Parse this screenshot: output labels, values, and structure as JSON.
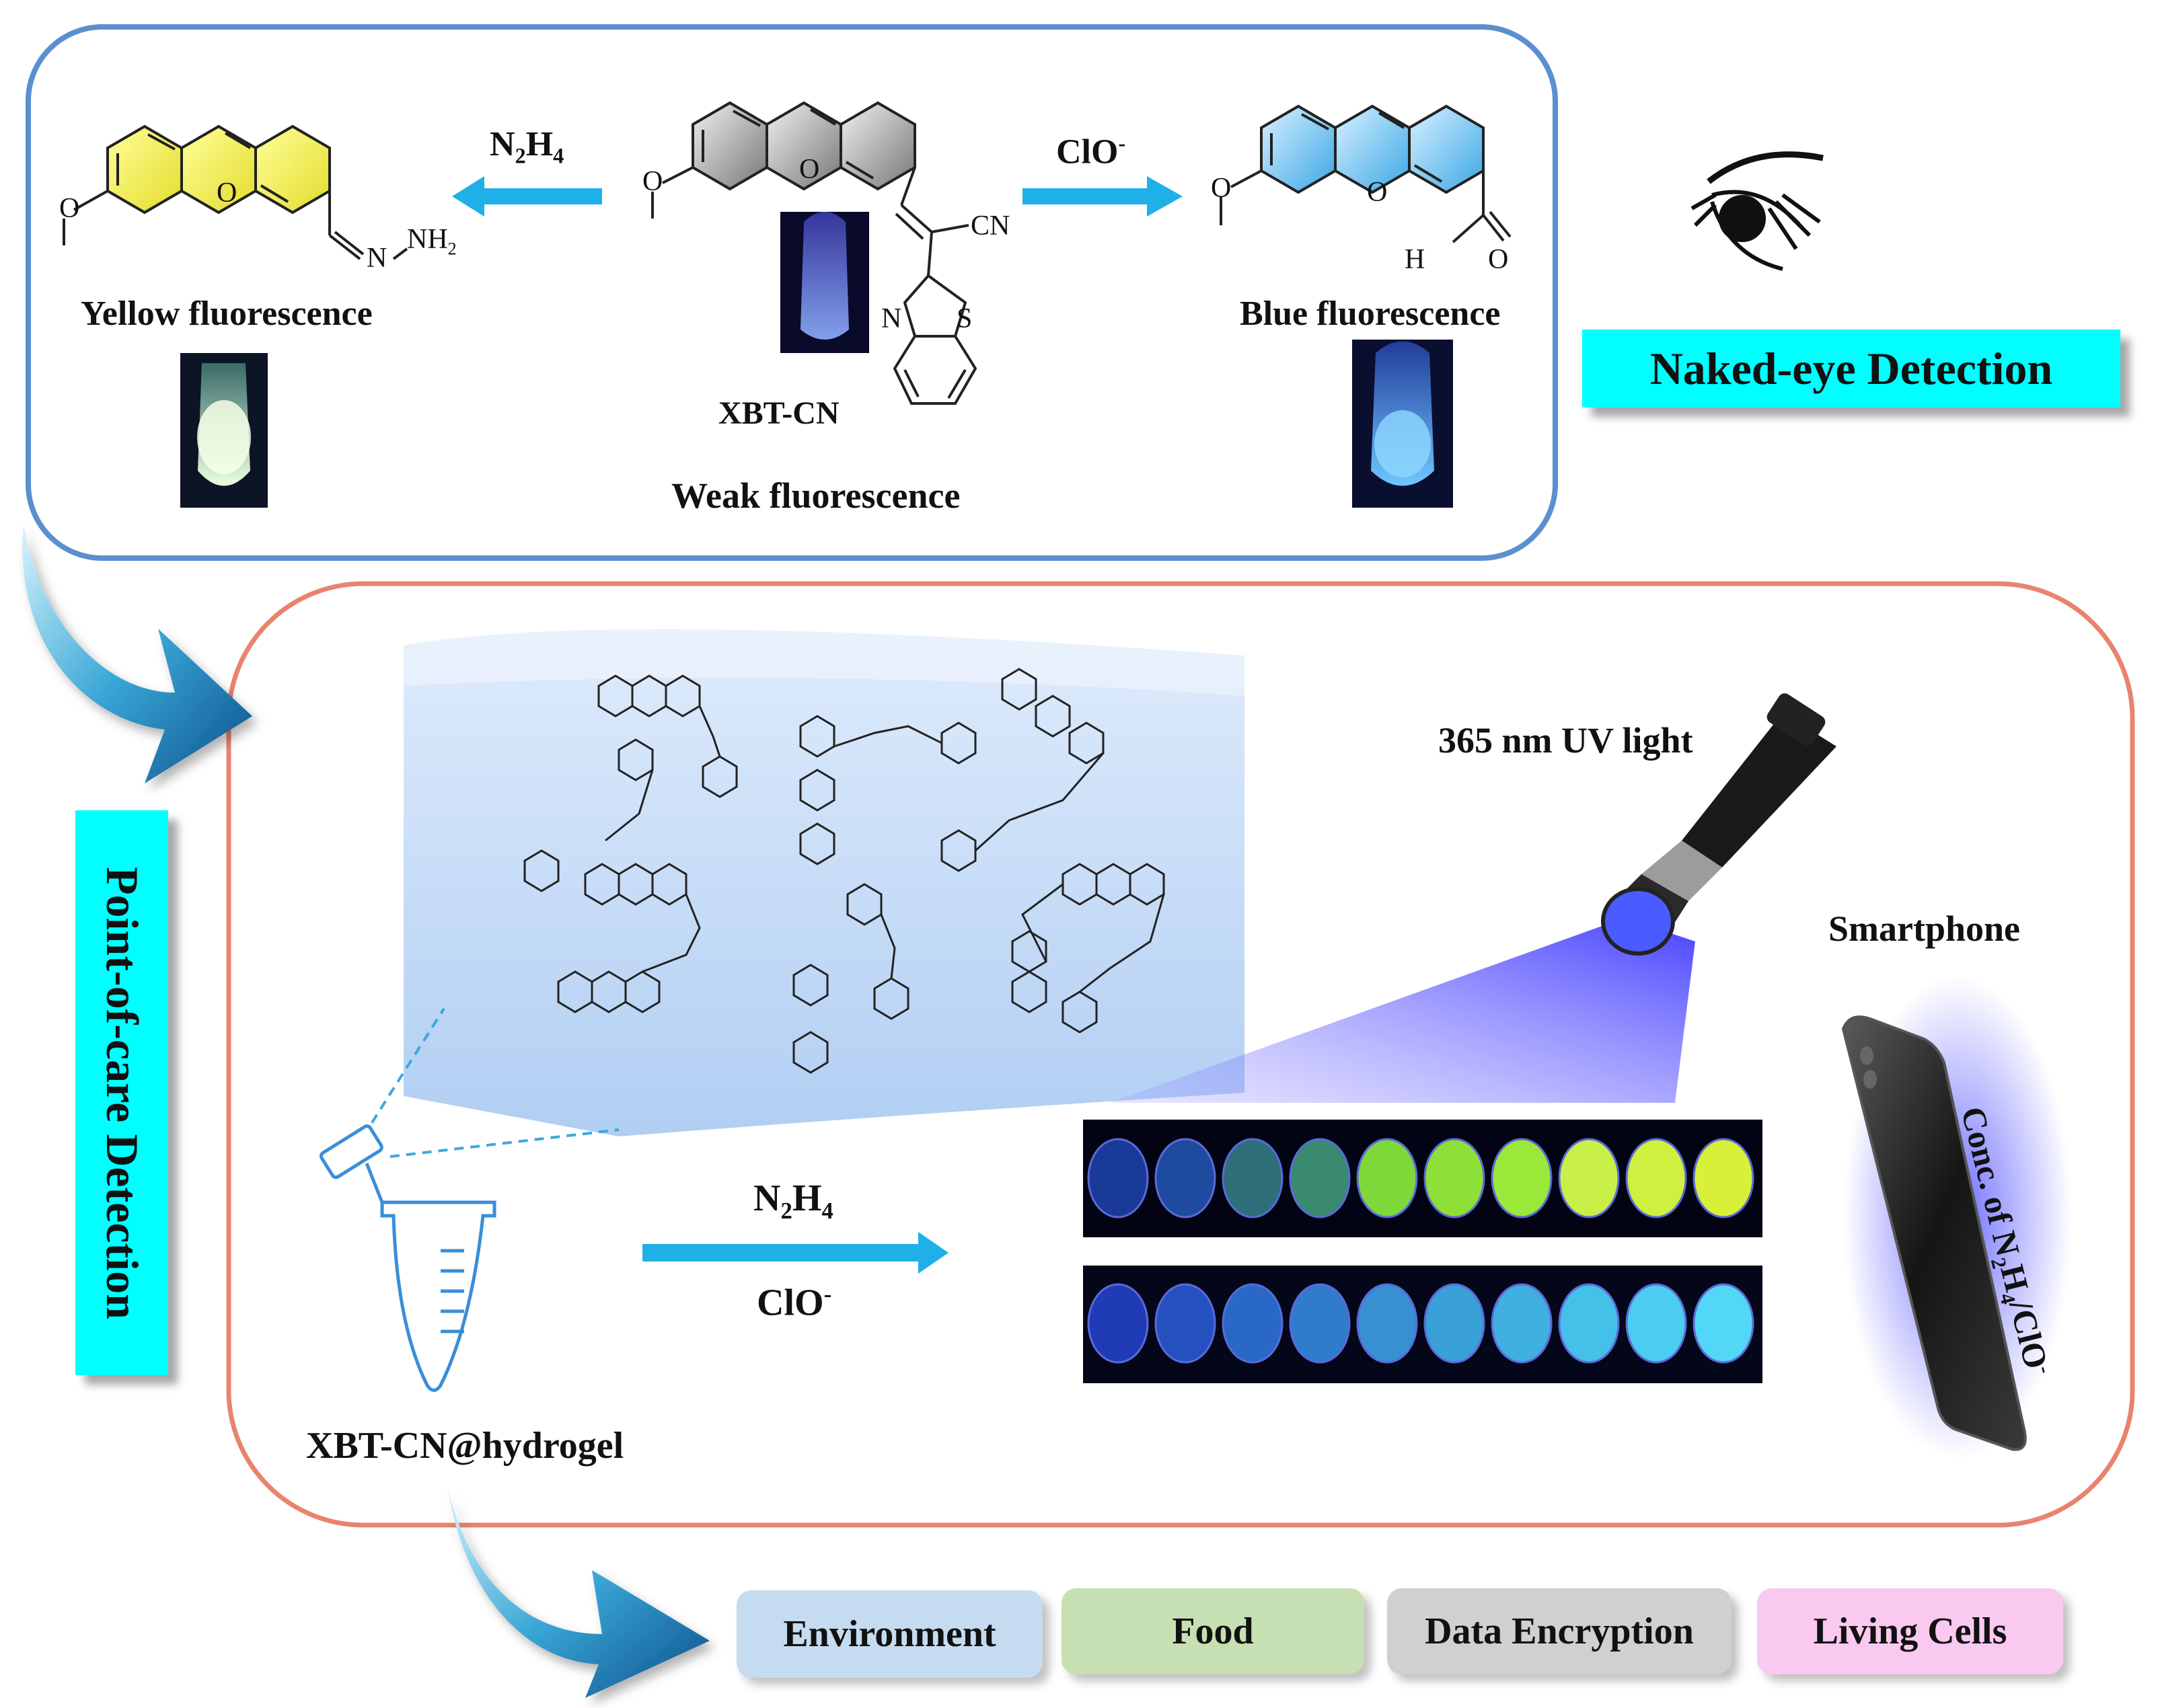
{
  "top_panel": {
    "reagent_left": "N",
    "reagent_left_sub1": "2",
    "reagent_left_mid": "H",
    "reagent_left_sub2": "4",
    "reagent_right": "ClO",
    "reagent_right_sup": "-",
    "left_product_label": "Yellow fluorescence",
    "right_product_label": "Blue fluorescence",
    "probe_name": "XBT-CN",
    "probe_state": "Weak fluorescence",
    "atoms": {
      "o": "O",
      "n": "N",
      "s": "S",
      "cn": "CN",
      "nh2": "NH",
      "nh2_sub": "2",
      "h": "H"
    }
  },
  "naked_eye_tag": "Naked-eye Detection",
  "poc_tag": "Point-of-care Detection",
  "bottom_panel": {
    "uv_label": "365 nm UV light",
    "smartphone_label": "Smartphone",
    "arrow_top": "N",
    "arrow_top_sub1": "2",
    "arrow_top_mid": "H",
    "arrow_top_sub2": "4",
    "arrow_bottom": "ClO",
    "arrow_bottom_sup": "-",
    "hydrogel_label": "XBT-CN@hydrogel",
    "phone_text_a": "Conc. of N",
    "phone_text_sub1": "2",
    "phone_text_b": "H",
    "phone_text_sub2": "4",
    "phone_text_c": "/ClO",
    "phone_text_sup": "-"
  },
  "applications": [
    "Environment",
    "Food",
    "Data Encryption",
    "Living Cells"
  ],
  "colors": {
    "top_frame": "#5b8fd0",
    "bottom_frame": "#e8846e",
    "arrow": "#1fb0e8",
    "tag": "#00ffff",
    "yellow_ring": "#f3f05a",
    "blue_ring": "#7fd0f5",
    "gray_ring": "#8a8a8a",
    "hydrogel": "#bcd6f7",
    "app_environment": "#c5dbf0",
    "app_food": "#c6e0b4",
    "app_data_encryption": "#d0d0d0",
    "app_living_cells": "#f9c9ef"
  }
}
